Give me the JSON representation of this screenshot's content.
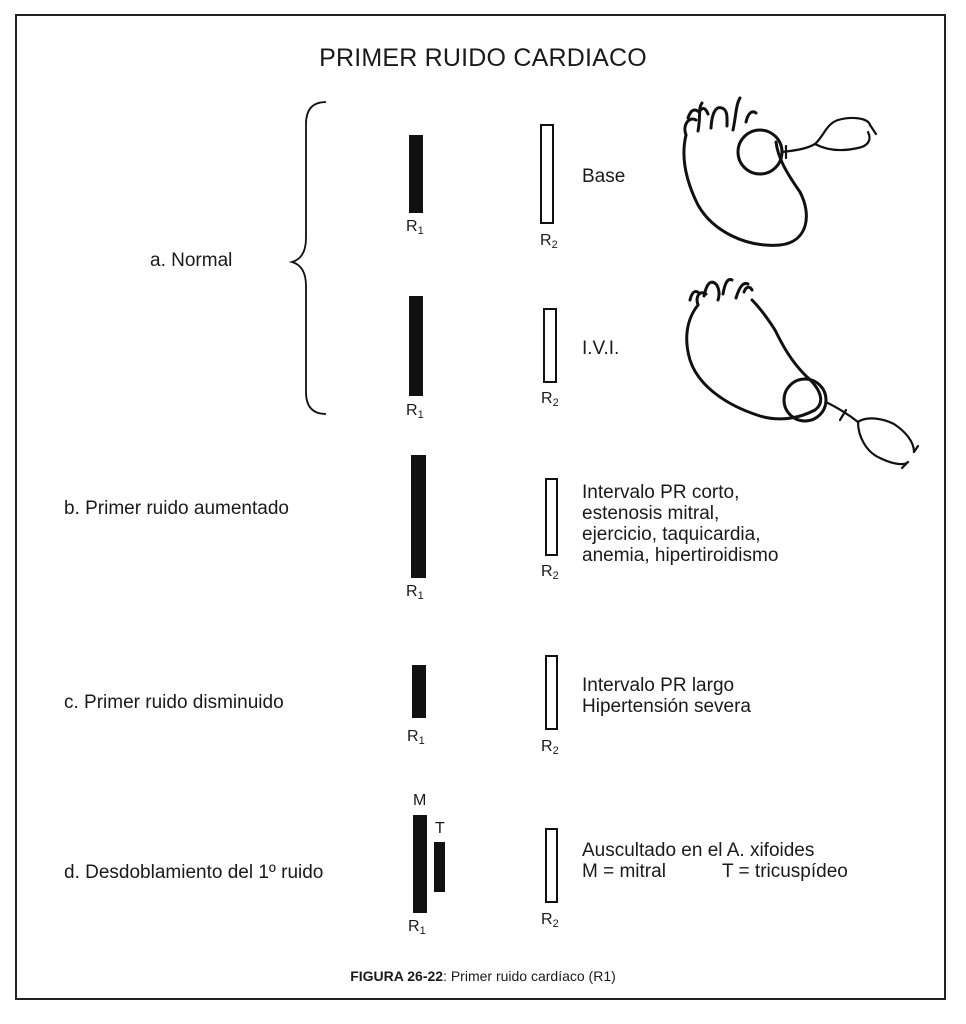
{
  "title": "PRIMER RUIDO CARDIACO",
  "rows": {
    "a": {
      "label": "a. Normal",
      "base": "Base",
      "ivi": "I.V.I."
    },
    "b": {
      "label": "b. Primer ruido aumentado",
      "desc": [
        "Intervalo PR corto,",
        "estenosis mitral,",
        "ejercicio, taquicardia,",
        "anemia, hipertiroidismo"
      ]
    },
    "c": {
      "label": "c. Primer ruido disminuido",
      "desc": [
        "Intervalo PR largo",
        "Hipertensión severa"
      ]
    },
    "d": {
      "label": "d. Desdoblamiento del 1º ruido",
      "desc": [
        "Auscultado en el A. xifoides"
      ],
      "m_legend": "M = mitral",
      "t_legend": "T = tricuspídeo",
      "m_mark": "M",
      "t_mark": "T"
    }
  },
  "sound_labels": {
    "r1": "R",
    "r2": "R",
    "r1_sub": "1",
    "r2_sub": "2"
  },
  "caption": {
    "bold": "FIGURA 26-22",
    "text": ": Primer ruido cardíaco (R1)"
  }
}
